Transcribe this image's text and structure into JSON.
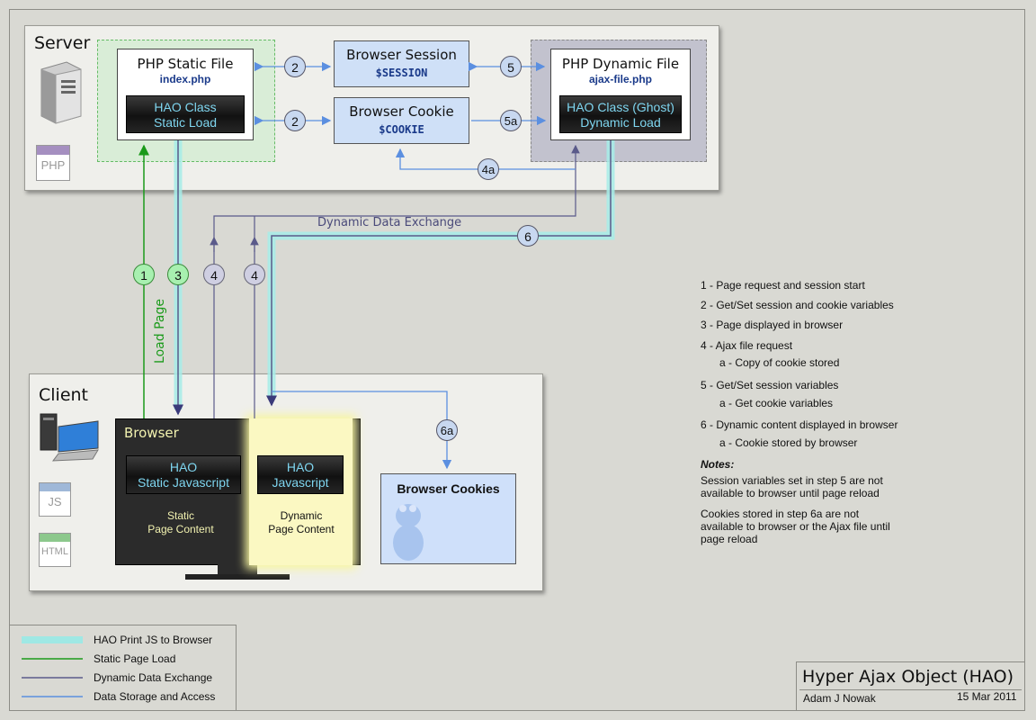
{
  "server": {
    "title": "Server",
    "php_static": {
      "title": "PHP Static File",
      "file": "index.php",
      "class_label": "HAO Class\nStatic Load"
    },
    "php_dynamic": {
      "title": "PHP Dynamic File",
      "file": "ajax-file.php",
      "class_label": "HAO Class (Ghost)\nDynamic Load"
    },
    "session": {
      "title": "Browser Session",
      "var": "$SESSION"
    },
    "cookie": {
      "title": "Browser Cookie",
      "var": "$COOKIE"
    },
    "php_icon_label": "PHP"
  },
  "client": {
    "title": "Client",
    "browser_label": "Browser",
    "static_js": "HAO\nStatic Javascript",
    "static_content": "Static\nPage Content",
    "dyn_js": "HAO\nJavascript",
    "dyn_content": "Dynamic\nPage  Content",
    "cookies_label": "Browser Cookies",
    "js_icon_label": "JS",
    "html_icon_label": "HTML"
  },
  "flow": {
    "dynamic_data_exchange": "Dynamic Data Exchange",
    "load_page": "Load Page",
    "steps": {
      "s1": "1",
      "s2a": "2",
      "s2b": "2",
      "s3": "3",
      "s4a": "4",
      "s4b": "4",
      "s5": "5",
      "s5a": "5a",
      "s4a_cookie": "4a",
      "s6": "6",
      "s6a": "6a"
    }
  },
  "steps_list": {
    "l1": "1 - Page request and session start",
    "l2": "2 - Get/Set session and cookie variables",
    "l3": "3 - Page displayed in browser",
    "l4": "4 - Ajax  file request",
    "l4a": "a - Copy of cookie stored",
    "l5": "5 - Get/Set session variables",
    "l5a": "a - Get cookie variables",
    "l6": "6 - Dynamic content displayed in browser",
    "l6a": "a - Cookie stored by browser",
    "notes_title": "Notes:",
    "note1": "Session variables set in step 5 are not\navailable to browser until page reload",
    "note2": "Cookies stored in step 6a are not\navailable to browser or the Ajax file until\npage reload"
  },
  "legend": {
    "print_js": "HAO Print JS to Browser",
    "static_load": "Static Page Load",
    "dynamic_exchange": "Dynamic Data Exchange",
    "storage": "Data Storage and Access"
  },
  "title_block": {
    "title": "Hyper Ajax Object (HAO)",
    "author": "Adam J Nowak",
    "date": "15 Mar 2011"
  },
  "colors": {
    "green": "#1a9a1a",
    "purple": "#5a5a8a",
    "blue": "#5b8fe0",
    "cyan": "#9fe8e4"
  }
}
